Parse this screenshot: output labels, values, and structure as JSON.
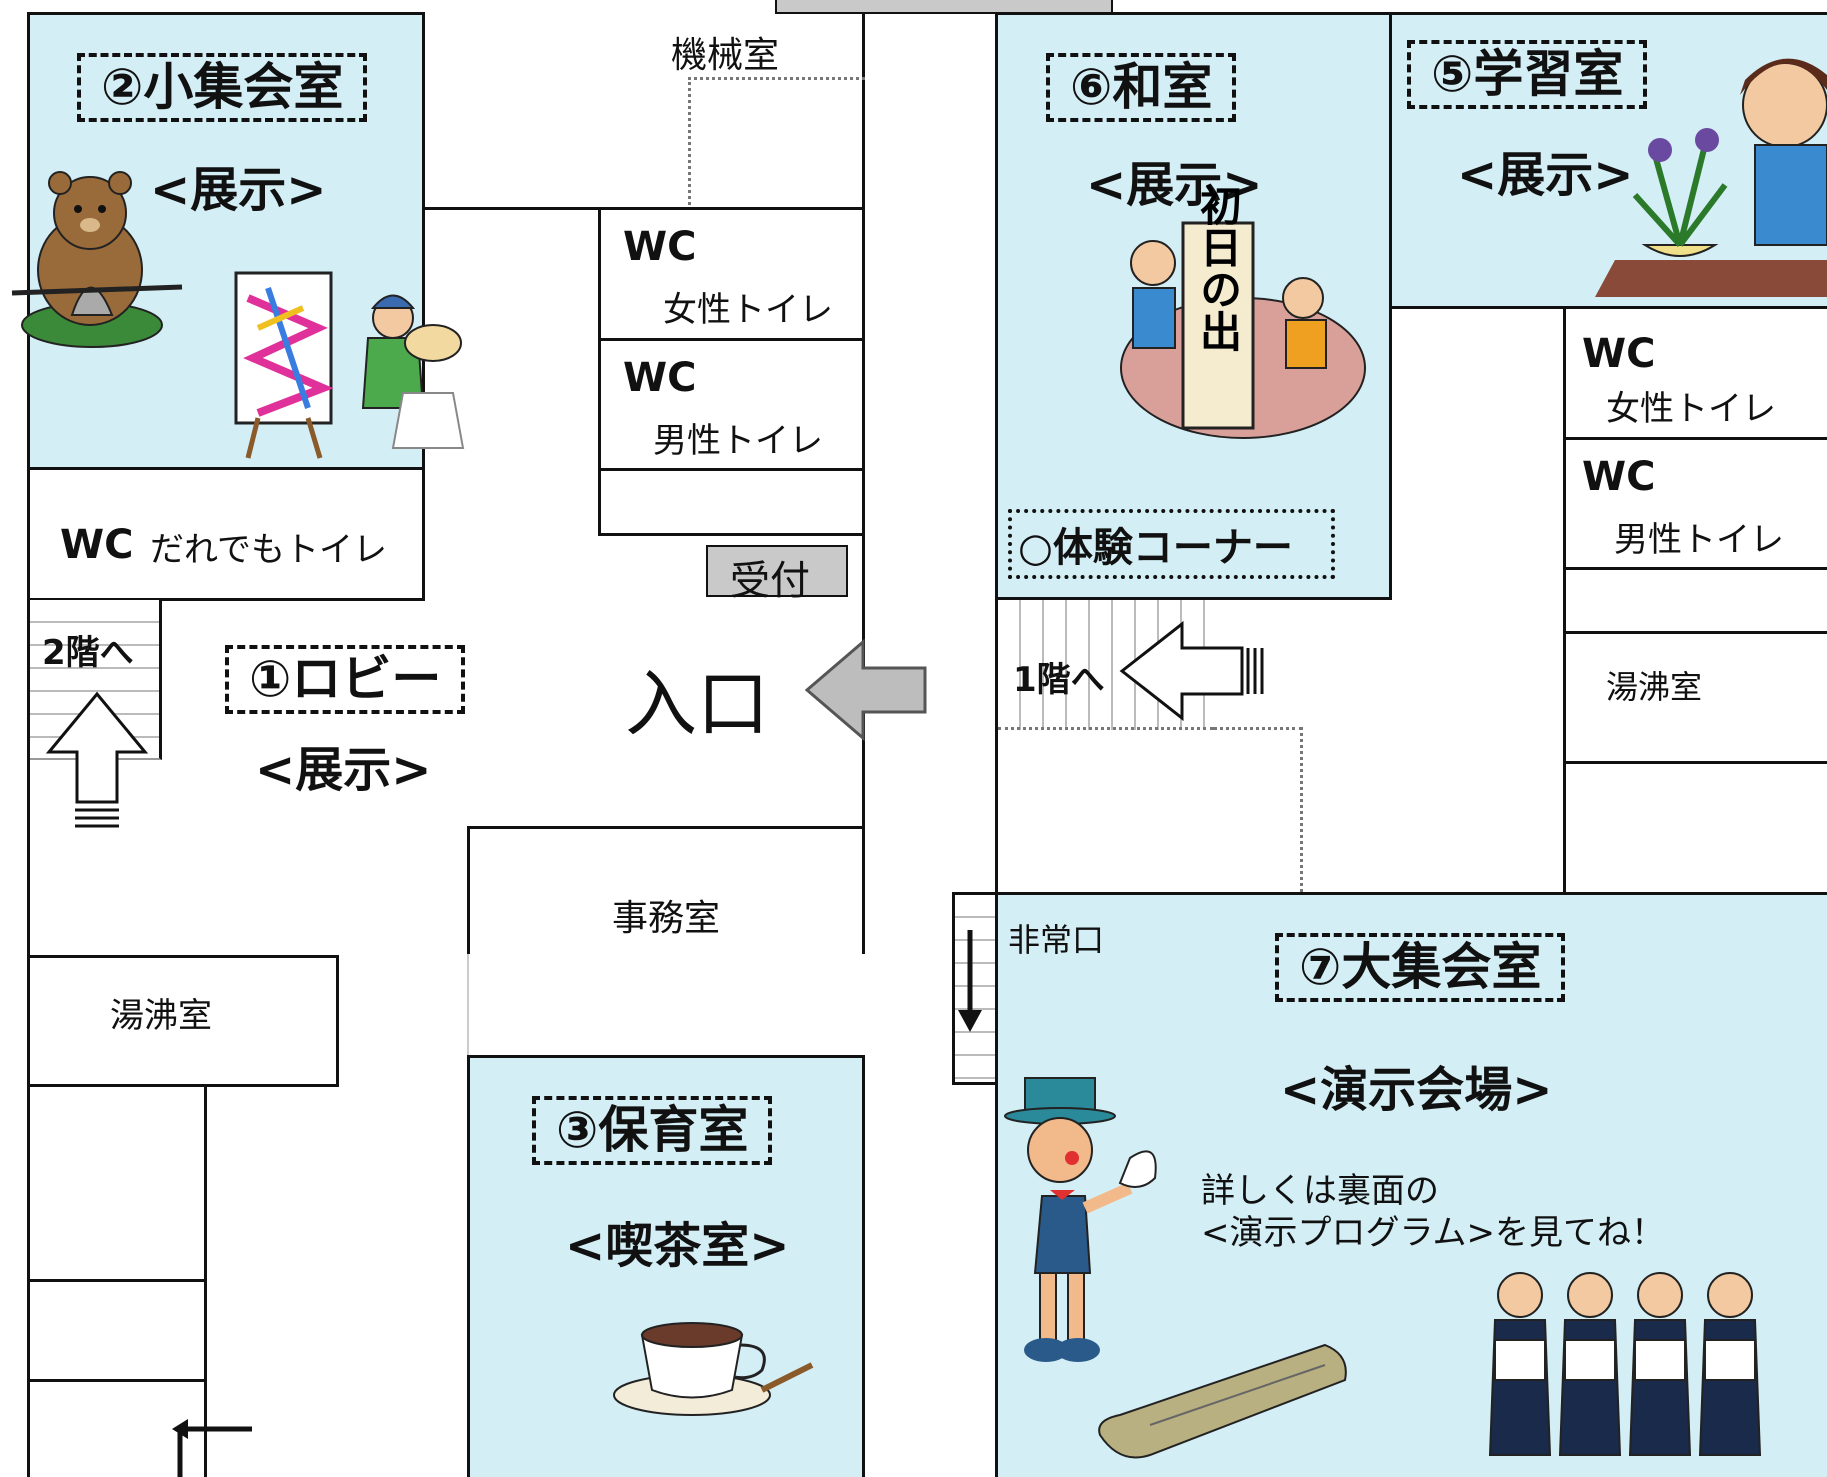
{
  "rooms": {
    "small_hall": {
      "title": "②小集会室",
      "sub": "<展示>"
    },
    "machine": {
      "label": "機械室"
    },
    "wc_women_1": {
      "wc": "WC",
      "label": "女性トイレ"
    },
    "wc_men_1": {
      "wc": "WC",
      "label": "男性トイレ"
    },
    "wc_all": {
      "wc": "WC",
      "label": "だれでもトイレ"
    },
    "reception": {
      "label": "受付"
    },
    "lobby": {
      "title": "①ロビー",
      "sub": "<展示>"
    },
    "entrance": {
      "label": "入口"
    },
    "to_2f": {
      "label": "2階へ"
    },
    "office": {
      "label": "事務室"
    },
    "kettle_1": {
      "label": "湯沸室"
    },
    "nursery": {
      "title": "③保育室",
      "sub": "<喫茶室>"
    },
    "japanese": {
      "title": "⑥和室",
      "sub": "<展示>",
      "corner": "○体験コーナー",
      "calligraphy": "初日の出"
    },
    "study": {
      "title": "⑤学習室",
      "sub": "<展示>"
    },
    "wc_women_2": {
      "wc": "WC",
      "label": "女性トイレ"
    },
    "wc_men_2": {
      "wc": "WC",
      "label": "男性トイレ"
    },
    "kettle_2": {
      "label": "湯沸室"
    },
    "to_1f": {
      "label": "1階へ"
    },
    "emergency": {
      "label": "非常口"
    },
    "large_hall": {
      "title": "⑦大集会室",
      "sub": "<演示会場>",
      "note_1": "詳しくは裏面の",
      "note_2": "<演示プログラム>を見てね！"
    }
  },
  "colors": {
    "room_fill": "#d4eef5",
    "wall": "#111111",
    "reception_fill": "#c9c9c9",
    "arrow_fill": "#bdbdbd"
  },
  "icons": [
    "bear-icon",
    "painter-icon",
    "calligraphy-icon",
    "ikebana-icon",
    "coffee-cup-icon",
    "magician-icon",
    "koto-icon",
    "choir-icon",
    "up-arrow-icon",
    "left-arrow-icon",
    "down-arrow-icon"
  ]
}
